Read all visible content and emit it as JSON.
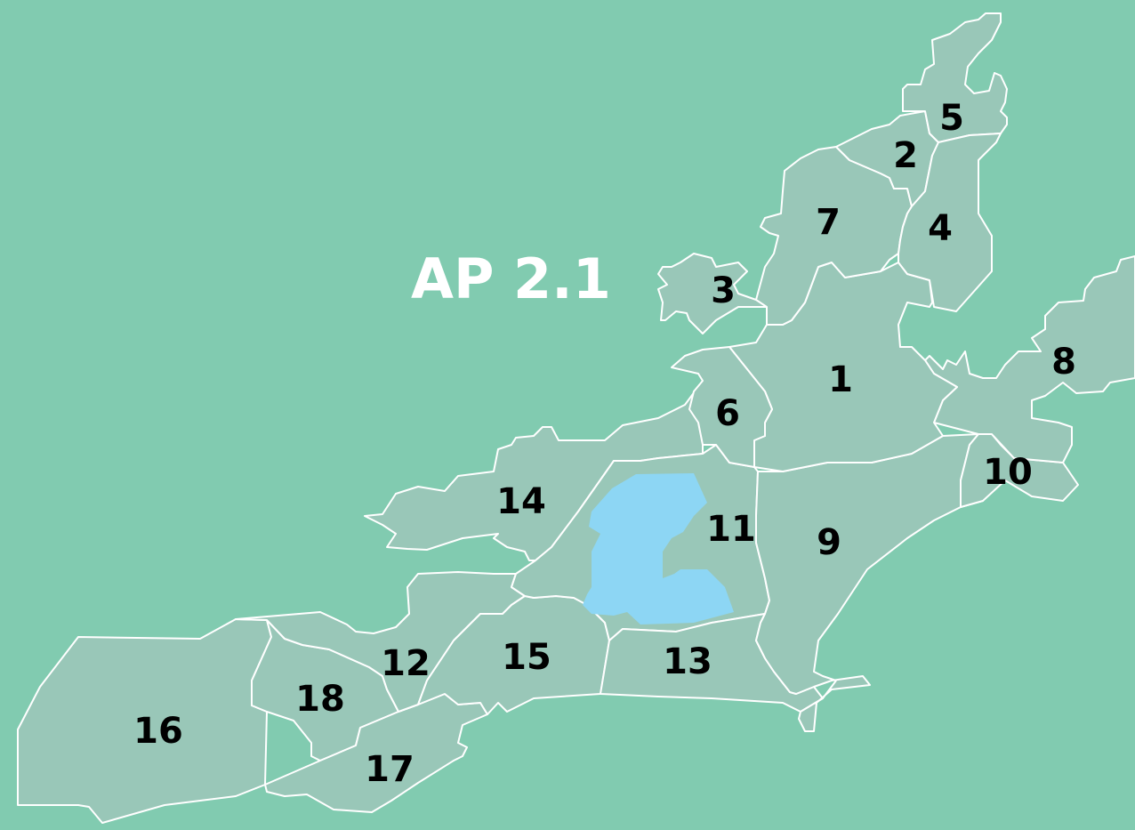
{
  "map": {
    "title": "AP 2.1",
    "colors": {
      "background": "#81cbb0",
      "region_fill": "#99c7b8",
      "region_border": "#ffffff",
      "lake": "#8dd6f4",
      "label": "#000000",
      "title": "#ffffff"
    },
    "regions": [
      {
        "id": "1",
        "label": "1"
      },
      {
        "id": "2",
        "label": "2"
      },
      {
        "id": "3",
        "label": "3"
      },
      {
        "id": "4",
        "label": "4"
      },
      {
        "id": "5",
        "label": "5"
      },
      {
        "id": "6",
        "label": "6"
      },
      {
        "id": "7",
        "label": "7"
      },
      {
        "id": "8",
        "label": "8"
      },
      {
        "id": "9",
        "label": "9"
      },
      {
        "id": "10",
        "label": "10"
      },
      {
        "id": "11",
        "label": "11"
      },
      {
        "id": "12",
        "label": "12"
      },
      {
        "id": "13",
        "label": "13"
      },
      {
        "id": "14",
        "label": "14"
      },
      {
        "id": "15",
        "label": "15"
      },
      {
        "id": "16",
        "label": "16"
      },
      {
        "id": "17",
        "label": "17"
      },
      {
        "id": "18",
        "label": "18"
      }
    ]
  }
}
